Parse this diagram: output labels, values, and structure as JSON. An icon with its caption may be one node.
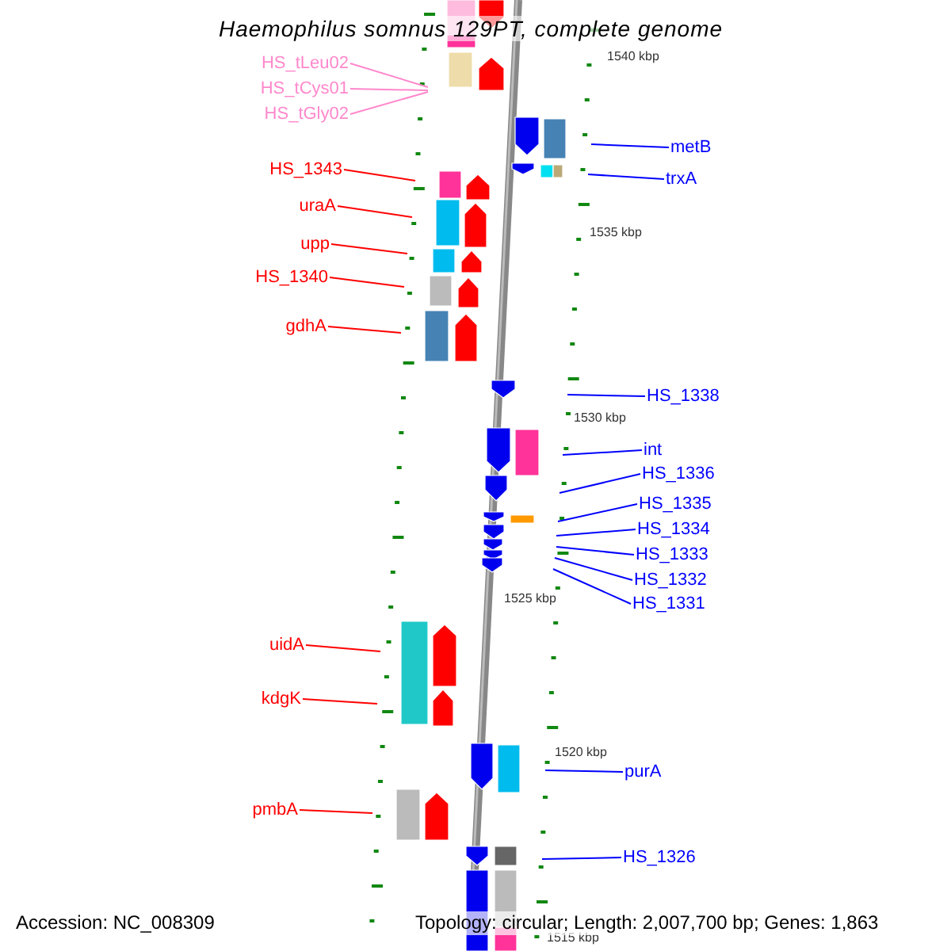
{
  "diagram": {
    "title": "Haemophilus somnus 129PT, complete genome",
    "nodes": [
      {
        "text": [
          "HS_tLeu02"
        ]
      },
      {
        "text": [
          "HS_tCys01"
        ]
      },
      {
        "text": [
          "HS_tGly02"
        ]
      },
      {
        "text": [
          "HS_1343"
        ]
      },
      {
        "text": [
          "uraA"
        ]
      },
      {
        "text": [
          "upp"
        ]
      },
      {
        "text": [
          "HS_1340"
        ]
      },
      {
        "text": [
          "gdhA"
        ]
      },
      {
        "text": [
          "uidA"
        ]
      },
      {
        "text": [
          "kdgK"
        ]
      },
      {
        "text": [
          "pmbA"
        ]
      },
      {
        "text": [
          "metB"
        ]
      },
      {
        "text": [
          "trxA"
        ]
      },
      {
        "text": [
          "HS_1338"
        ]
      },
      {
        "text": [
          "int"
        ]
      },
      {
        "text": [
          "HS_1336"
        ]
      },
      {
        "text": [
          "HS_1335"
        ]
      },
      {
        "text": [
          "HS_1334"
        ]
      },
      {
        "text": [
          "HS_1333"
        ]
      },
      {
        "text": [
          "HS_1332"
        ]
      },
      {
        "text": [
          "HS_1331"
        ]
      },
      {
        "text": [
          "purA"
        ]
      },
      {
        "text": [
          "HS_1326"
        ]
      }
    ],
    "edges": [
      {
        "from": 0,
        "to": null,
        "arrow": "none",
        "color": "#ff88cc"
      },
      {
        "from": 1,
        "to": null,
        "arrow": "none",
        "color": "#ff88cc"
      },
      {
        "from": 2,
        "to": null,
        "arrow": "none",
        "color": "#ff88cc"
      },
      {
        "from": 3,
        "to": null,
        "arrow": "none",
        "color": "#ff0000"
      },
      {
        "from": 4,
        "to": null,
        "arrow": "none",
        "color": "#ff0000"
      },
      {
        "from": 5,
        "to": null,
        "arrow": "none",
        "color": "#ff0000"
      },
      {
        "from": 6,
        "to": null,
        "arrow": "none",
        "color": "#ff0000"
      },
      {
        "from": 7,
        "to": null,
        "arrow": "none",
        "color": "#ff0000"
      },
      {
        "from": 8,
        "to": null,
        "arrow": "none",
        "color": "#ff0000"
      },
      {
        "from": 9,
        "to": null,
        "arrow": "none",
        "color": "#ff0000"
      },
      {
        "from": 10,
        "to": null,
        "arrow": "none",
        "color": "#ff0000"
      },
      {
        "from": 11,
        "to": null,
        "arrow": "none"
      },
      {
        "from": 12,
        "to": null,
        "arrow": "none"
      },
      {
        "from": 13,
        "to": null,
        "arrow": "none"
      },
      {
        "from": 14,
        "to": null,
        "arrow": "none"
      },
      {
        "from": 15,
        "to": null,
        "arrow": "none"
      },
      {
        "from": 16,
        "to": null,
        "arrow": "none"
      },
      {
        "from": 17,
        "to": null,
        "arrow": "none"
      },
      {
        "from": 18,
        "to": null,
        "arrow": "none"
      },
      {
        "from": 19,
        "to": null,
        "arrow": "none"
      },
      {
        "from": 20,
        "to": null,
        "arrow": "none"
      },
      {
        "from": 21,
        "to": null,
        "arrow": "none"
      },
      {
        "from": 22,
        "to": null,
        "arrow": "none"
      }
    ],
    "labels": [
      "1540 kbp",
      "1535 kbp",
      "1530 kbp",
      "1525 kbp",
      "1520 kbp",
      "1515 kbp",
      "Accession: NC_008309",
      "Topology: circular; Length: 2,007,700 bp; Genes: 1,863"
    ]
  }
}
